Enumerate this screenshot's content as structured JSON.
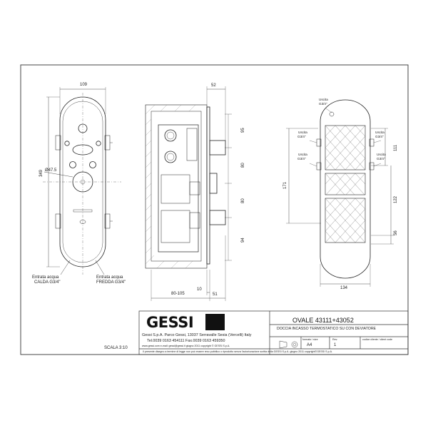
{
  "left_view": {
    "dim_top": "109",
    "dim_left": "349",
    "dim_dia": "Ø47.5",
    "label_hot_line1": "Entrata acqua",
    "label_hot_line2": "CALDA G3/4\"",
    "label_cold_line1": "Entrata acqua",
    "label_cold_line2": "FREDDA G3/4\""
  },
  "side_view": {
    "dim_top": "52",
    "dim_95": "95",
    "dim_80a": "80",
    "dim_80b": "80",
    "dim_94": "94",
    "dim_10": "10",
    "dim_80_105": "80-105",
    "dim_51": "51"
  },
  "right_view": {
    "outlet_top_line1": "Uscita",
    "outlet_top_line2": "G3/4\"",
    "outlet_l1_line1": "Uscita",
    "outlet_l1_line2": "G3/4\"",
    "outlet_r1_line1": "Uscita",
    "outlet_r1_line2": "G3/4\"",
    "outlet_l2_line1": "Uscita",
    "outlet_l2_line2": "G3/4\"",
    "outlet_r2_line1": "Uscita",
    "outlet_r2_line2": "G3/4\"",
    "dim_111": "111",
    "dim_171": "171",
    "dim_122": "122",
    "dim_56": "56",
    "dim_134": "134"
  },
  "title_block": {
    "brand": "GESSI",
    "product": "OVALE  43111+43052",
    "description": "DOCCIA INCASSO TERMOSTATICO SU CON DEVIATORE",
    "company_line": "Gessi S.p.A. Parco Gessi, 13037 Serravalle Sesia (Vercelli) Italy",
    "phone_line": "Tel.0039 0163 454111  Fax.0039 0163 459350",
    "web_line": "www.gessi.com  e-mail: gessi@gessi.it    giugno 2011  copyright © GESSI S.p.A.",
    "format_label": "formato / size",
    "format_value": "A4",
    "rev_label": "Rev.",
    "rev_value": "1",
    "code_label": "codice cliente / client code",
    "scale": "SCALA 3:10",
    "footer_note": "Il presente disegno a termine di legge non può essere reso pubblico o riprodotto senza l'autorizzazione scritta della GESSI S.p.A.   giugno 2011  copyright©GESSI S.p.A."
  }
}
